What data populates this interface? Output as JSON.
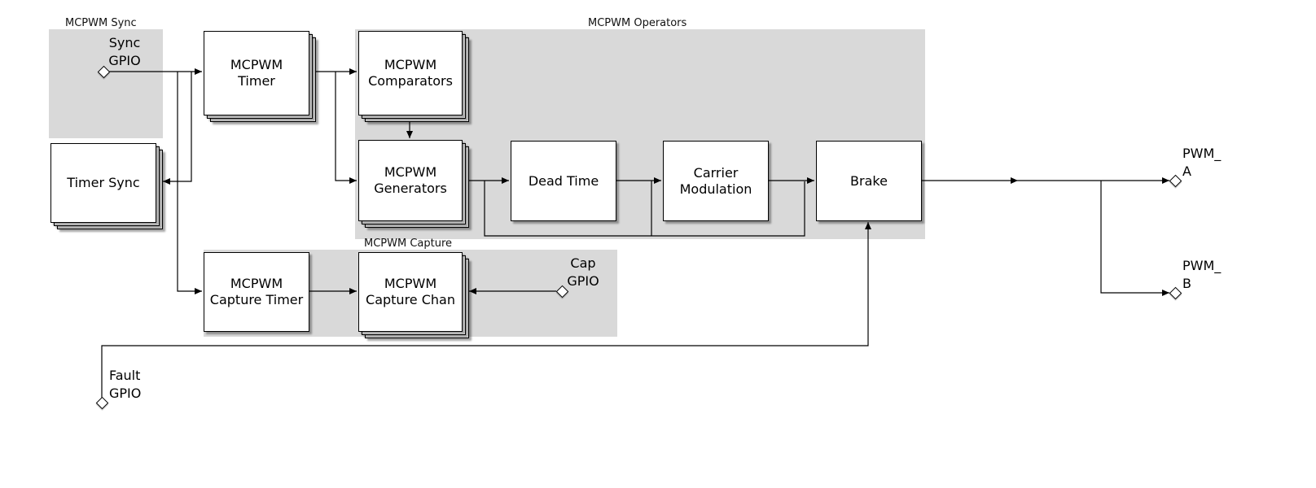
{
  "regions": {
    "sync": {
      "label": "MCPWM Sync"
    },
    "operators": {
      "label": "MCPWM Operators"
    },
    "capture": {
      "label": "MCPWM Capture"
    }
  },
  "blocks": {
    "timer": {
      "lines": [
        "MCPWM",
        "Timer"
      ],
      "stacked": true
    },
    "comparators": {
      "lines": [
        "MCPWM",
        "Comparators"
      ],
      "stacked": true
    },
    "generators": {
      "lines": [
        "MCPWM",
        "Generators"
      ],
      "stacked": true
    },
    "timer_sync": {
      "lines": [
        "Timer Sync"
      ],
      "stacked": true
    },
    "dead_time": {
      "lines": [
        "Dead Time"
      ],
      "stacked": false
    },
    "carrier": {
      "lines": [
        "Carrier",
        "Modulation"
      ],
      "stacked": false
    },
    "brake": {
      "lines": [
        "Brake"
      ],
      "stacked": false
    },
    "capture_timer": {
      "lines": [
        "MCPWM",
        "Capture Timer"
      ],
      "stacked": false
    },
    "capture_chan": {
      "lines": [
        "MCPWM",
        "Capture Chan"
      ],
      "stacked": true
    }
  },
  "ports": {
    "sync_gpio": {
      "lines": [
        "Sync",
        "GPIO"
      ]
    },
    "cap_gpio": {
      "lines": [
        "Cap",
        "GPIO"
      ]
    },
    "fault_gpio": {
      "lines": [
        "Fault",
        "GPIO"
      ]
    },
    "pwm_a": {
      "lines": [
        "PWM_",
        "A"
      ]
    },
    "pwm_b": {
      "lines": [
        "PWM_",
        "B"
      ]
    }
  },
  "colors": {
    "region_bg": "#d9d9d9",
    "box_bg": "#ffffff",
    "box_border": "#000000",
    "wire": "#000000",
    "canvas_bg": "#ffffff"
  }
}
